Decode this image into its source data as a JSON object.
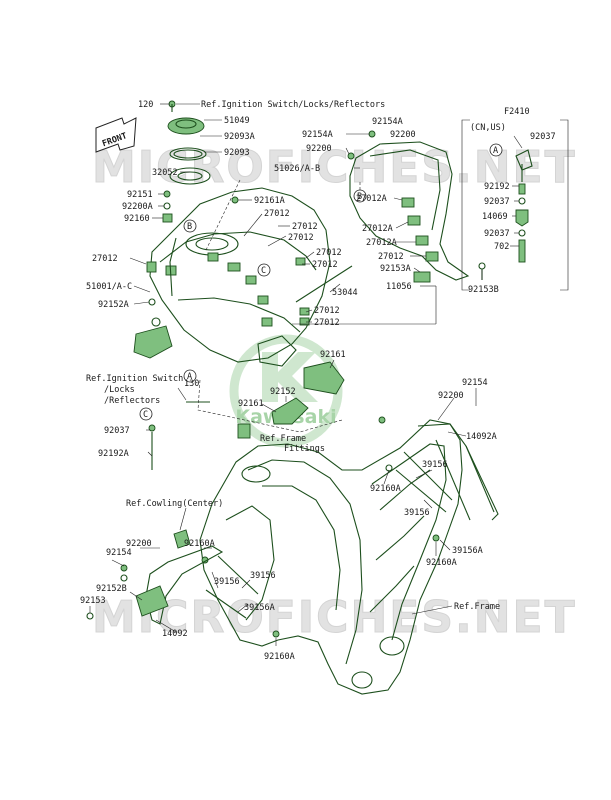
{
  "diagram_code": "F2410",
  "watermark_text": "MICROFICHES.NET",
  "logo_text": "Kawasaki",
  "front_arrow": "FRONT",
  "inset_label": "(CN,US)",
  "circle_marks": {
    "a": "A",
    "b": "B",
    "c": "C"
  },
  "refs": {
    "ignition_top": "Ref.Ignition Switch/Locks/Reflectors",
    "ignition_left_1": "Ref.Ignition Switch",
    "ignition_left_2": "/Locks",
    "ignition_left_3": "/Reflectors",
    "frame_fittings_1": "Ref.Frame",
    "frame_fittings_2": "Fittings",
    "cowling": "Ref.Cowling(Center)",
    "frame": "Ref.Frame"
  },
  "parts": {
    "p120": "120",
    "p51049": "51049",
    "p92093A": "92093A",
    "p92093": "92093",
    "p32052": "32052",
    "p92151": "92151",
    "p92200A": "92200A",
    "p92160": "92160",
    "p92161A": "92161A",
    "p27012_a": "27012",
    "p27012_b": "27012",
    "p27012_c": "27012",
    "p27012_d": "27012",
    "p27012_e": "27012",
    "p27012_f": "27012",
    "p27012_g": "27012",
    "p27012_left": "27012",
    "p51001": "51001/A-C",
    "p92152A": "92152A",
    "p53044": "53044",
    "p92154A_top": "92154A",
    "p92154A_left": "92154A",
    "p92200_top": "92200",
    "p92200_left": "92200",
    "p51026": "51026/A-B",
    "p27012A_a": "27012A",
    "p27012A_b": "27012A",
    "p27012A_c": "27012A",
    "p92153A": "92153A",
    "p11056": "11056",
    "p92153B": "92153B",
    "p92037_a": "92037",
    "p92192": "92192",
    "p92037_b": "92037",
    "p14069": "14069",
    "p92037_c": "92037",
    "p702": "702",
    "p92161_a": "92161",
    "p130": "130",
    "p92152": "92152",
    "p92161_b": "92161",
    "p92037_left": "92037",
    "p92192A": "92192A",
    "p92154_right": "92154",
    "p92200_right": "92200",
    "p14092A": "14092A",
    "p39156_a": "39156",
    "p92160A_a": "92160A",
    "p39156_b": "39156",
    "p39156A_a": "39156A",
    "p92160A_b": "92160A",
    "p92200_low": "92200",
    "p92154_low": "92154",
    "p92160A_c": "92160A",
    "p92152B": "92152B",
    "p92153": "92153",
    "p39156_c": "39156",
    "p39156_d": "39156",
    "p39156A_b": "39156A",
    "p14092": "14092",
    "p92160A_d": "92160A"
  }
}
